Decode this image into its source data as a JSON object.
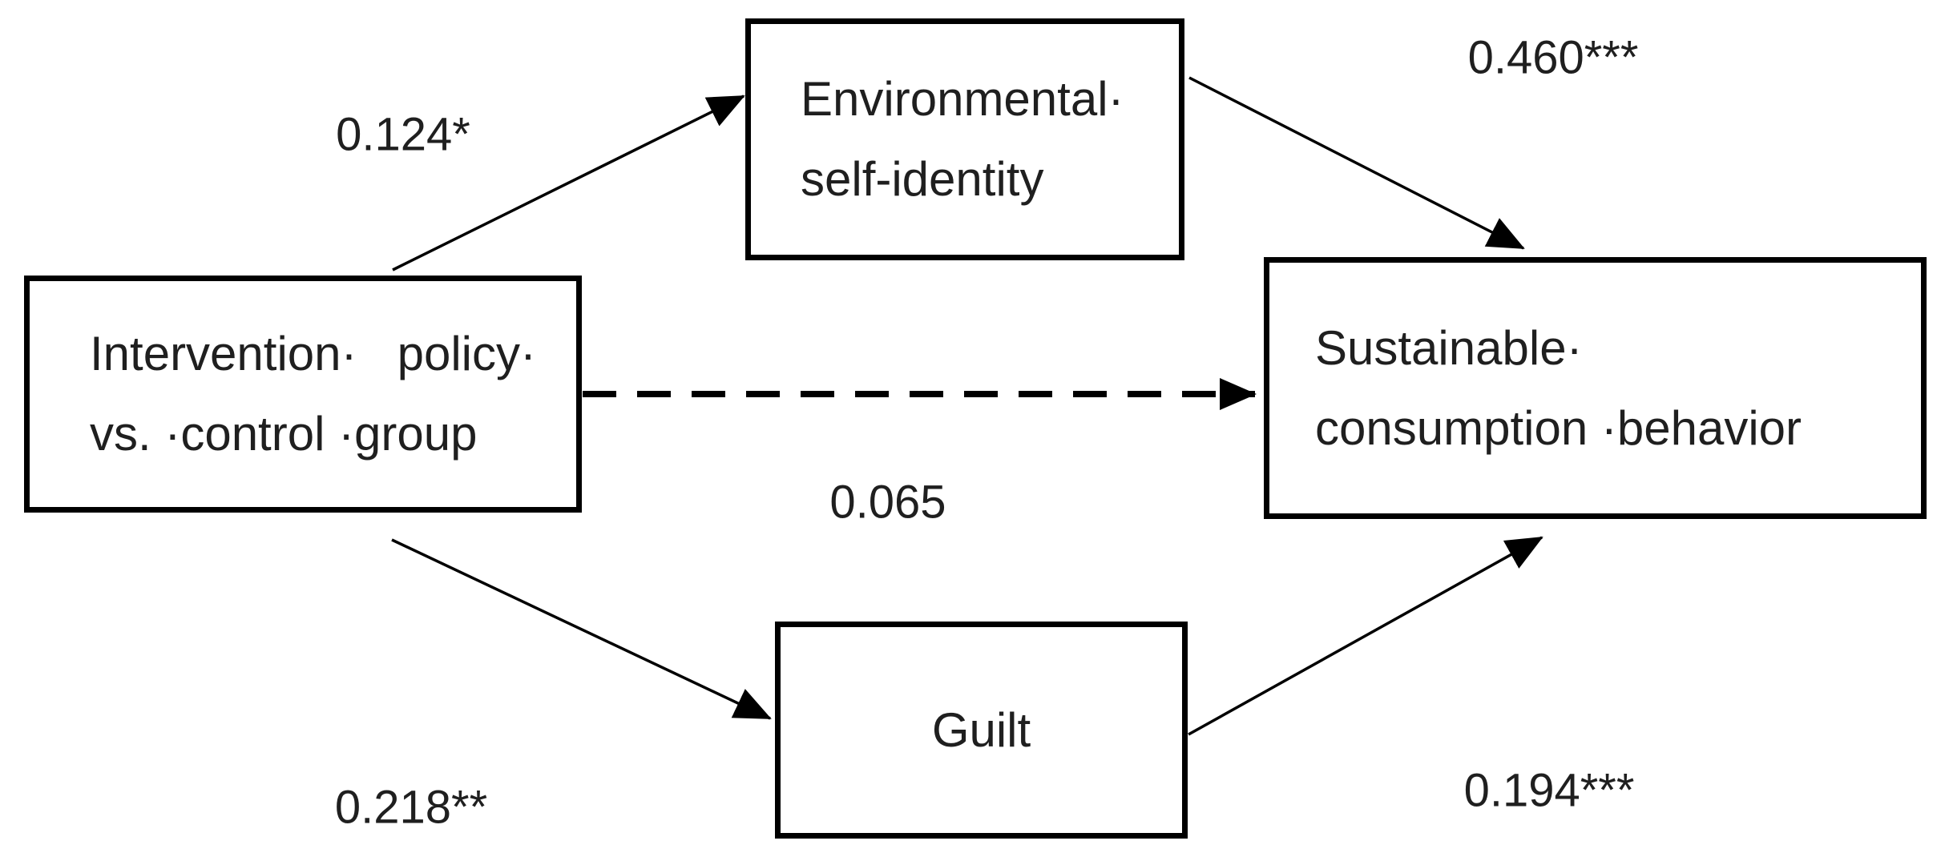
{
  "diagram_type": "mediation-path-model",
  "nodes": {
    "predictor": {
      "line1_word1": "Intervention·",
      "line1_word2": "policy·",
      "line2": "vs. ·control ·group"
    },
    "mediator_top": {
      "line1": "Environmental·",
      "line2": "self-identity"
    },
    "mediator_bottom": {
      "label": "Guilt"
    },
    "outcome": {
      "line1": "Sustainable·",
      "line2": "consumption ·behavior"
    }
  },
  "edges": {
    "predictor_to_mediator_top": {
      "label": "0.124*",
      "style": "solid"
    },
    "mediator_top_to_outcome": {
      "label": "0.460***",
      "style": "solid"
    },
    "predictor_to_outcome_direct": {
      "label": "0.065",
      "style": "dashed"
    },
    "predictor_to_mediator_bottom": {
      "label": "0.218**",
      "style": "solid"
    },
    "mediator_bottom_to_outcome": {
      "label": "0.194***",
      "style": "solid"
    }
  },
  "colors": {
    "line": "#000000",
    "text": "#1f1f1f",
    "background": "#ffffff"
  }
}
